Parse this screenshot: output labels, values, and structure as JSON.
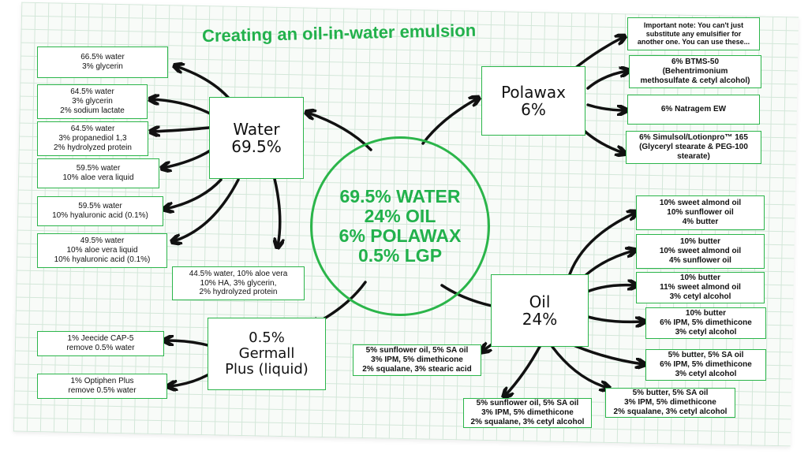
{
  "title": "Creating an oil-in-water emulsion",
  "center": "69.5% WATER\n24% OIL\n6% POLAWAX\n0.5% LGP",
  "hubs": {
    "water": "Water\n69.5%",
    "polawax": "Polawax\n6%",
    "oil": "Oil\n24%",
    "germall": "0.5%\nGermall\nPlus (liquid)"
  },
  "water_options": [
    "66.5% water\n3% glycerin",
    "64.5% water\n3% glycerin\n2% sodium lactate",
    "64.5% water\n3% propanediol 1,3\n2% hydrolyzed protein",
    "59.5% water\n10% aloe vera liquid",
    "59.5% water\n10% hyaluronic acid (0.1%)",
    "49.5% water\n10% aloe vera liquid\n10% hyaluronic acid (0.1%)",
    "44.5% water, 10% aloe vera\n10% HA, 3% glycerin,\n2% hydrolyzed protein"
  ],
  "polawax_options": [
    "Important note: You can't just\nsubstitute any emulsifier for\nanother one. You can use these...",
    "6% BTMS-50\n(Behentrimonium\nmethosulfate & cetyl alcohol)",
    "6% Natragem EW",
    "6% Simulsol/Lotionpro™ 165\n(Glyceryl stearate & PEG-100\nstearate)"
  ],
  "oil_options": [
    "10% sweet almond oil\n10% sunflower oil\n4% butter",
    "10% butter\n10% sweet almond oil\n4% sunflower oil",
    "10% butter\n11% sweet almond oil\n3% cetyl alcohol",
    "10% butter\n6% IPM, 5% dimethicone\n3% cetyl alcohol",
    "5% butter, 5% SA oil\n6% IPM, 5% dimethicone\n3% cetyl alcohol",
    "5% butter, 5% SA oil\n3% IPM, 5% dimethicone\n2% squalane, 3% cetyl alcohol",
    "5% sunflower oil, 5% SA oil\n3% IPM, 5% dimethicone\n2% squalane, 3% cetyl alcohol",
    "5% sunflower oil, 5% SA oil\n3% IPM, 5% dimethicone\n2% squalane, 3% stearic acid"
  ],
  "germall_options": [
    "1% Jeecide CAP-5\nremove 0.5% water",
    "1% Optiphen Plus\nremove 0.5% water"
  ],
  "colors": {
    "accent": "#22b14c",
    "border": "#2bb54a",
    "ink": "#111111",
    "grid": "#d3e7d9"
  }
}
